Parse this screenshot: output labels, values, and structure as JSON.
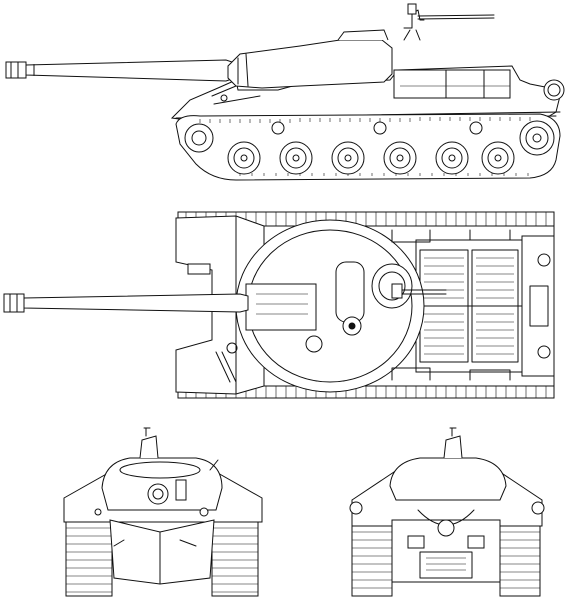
{
  "drawing": {
    "subject": "heavy-tank-blueprint",
    "line_color": "#111111",
    "background": "#ffffff",
    "views": [
      "side-view",
      "top-view",
      "front-view",
      "rear-view"
    ]
  }
}
